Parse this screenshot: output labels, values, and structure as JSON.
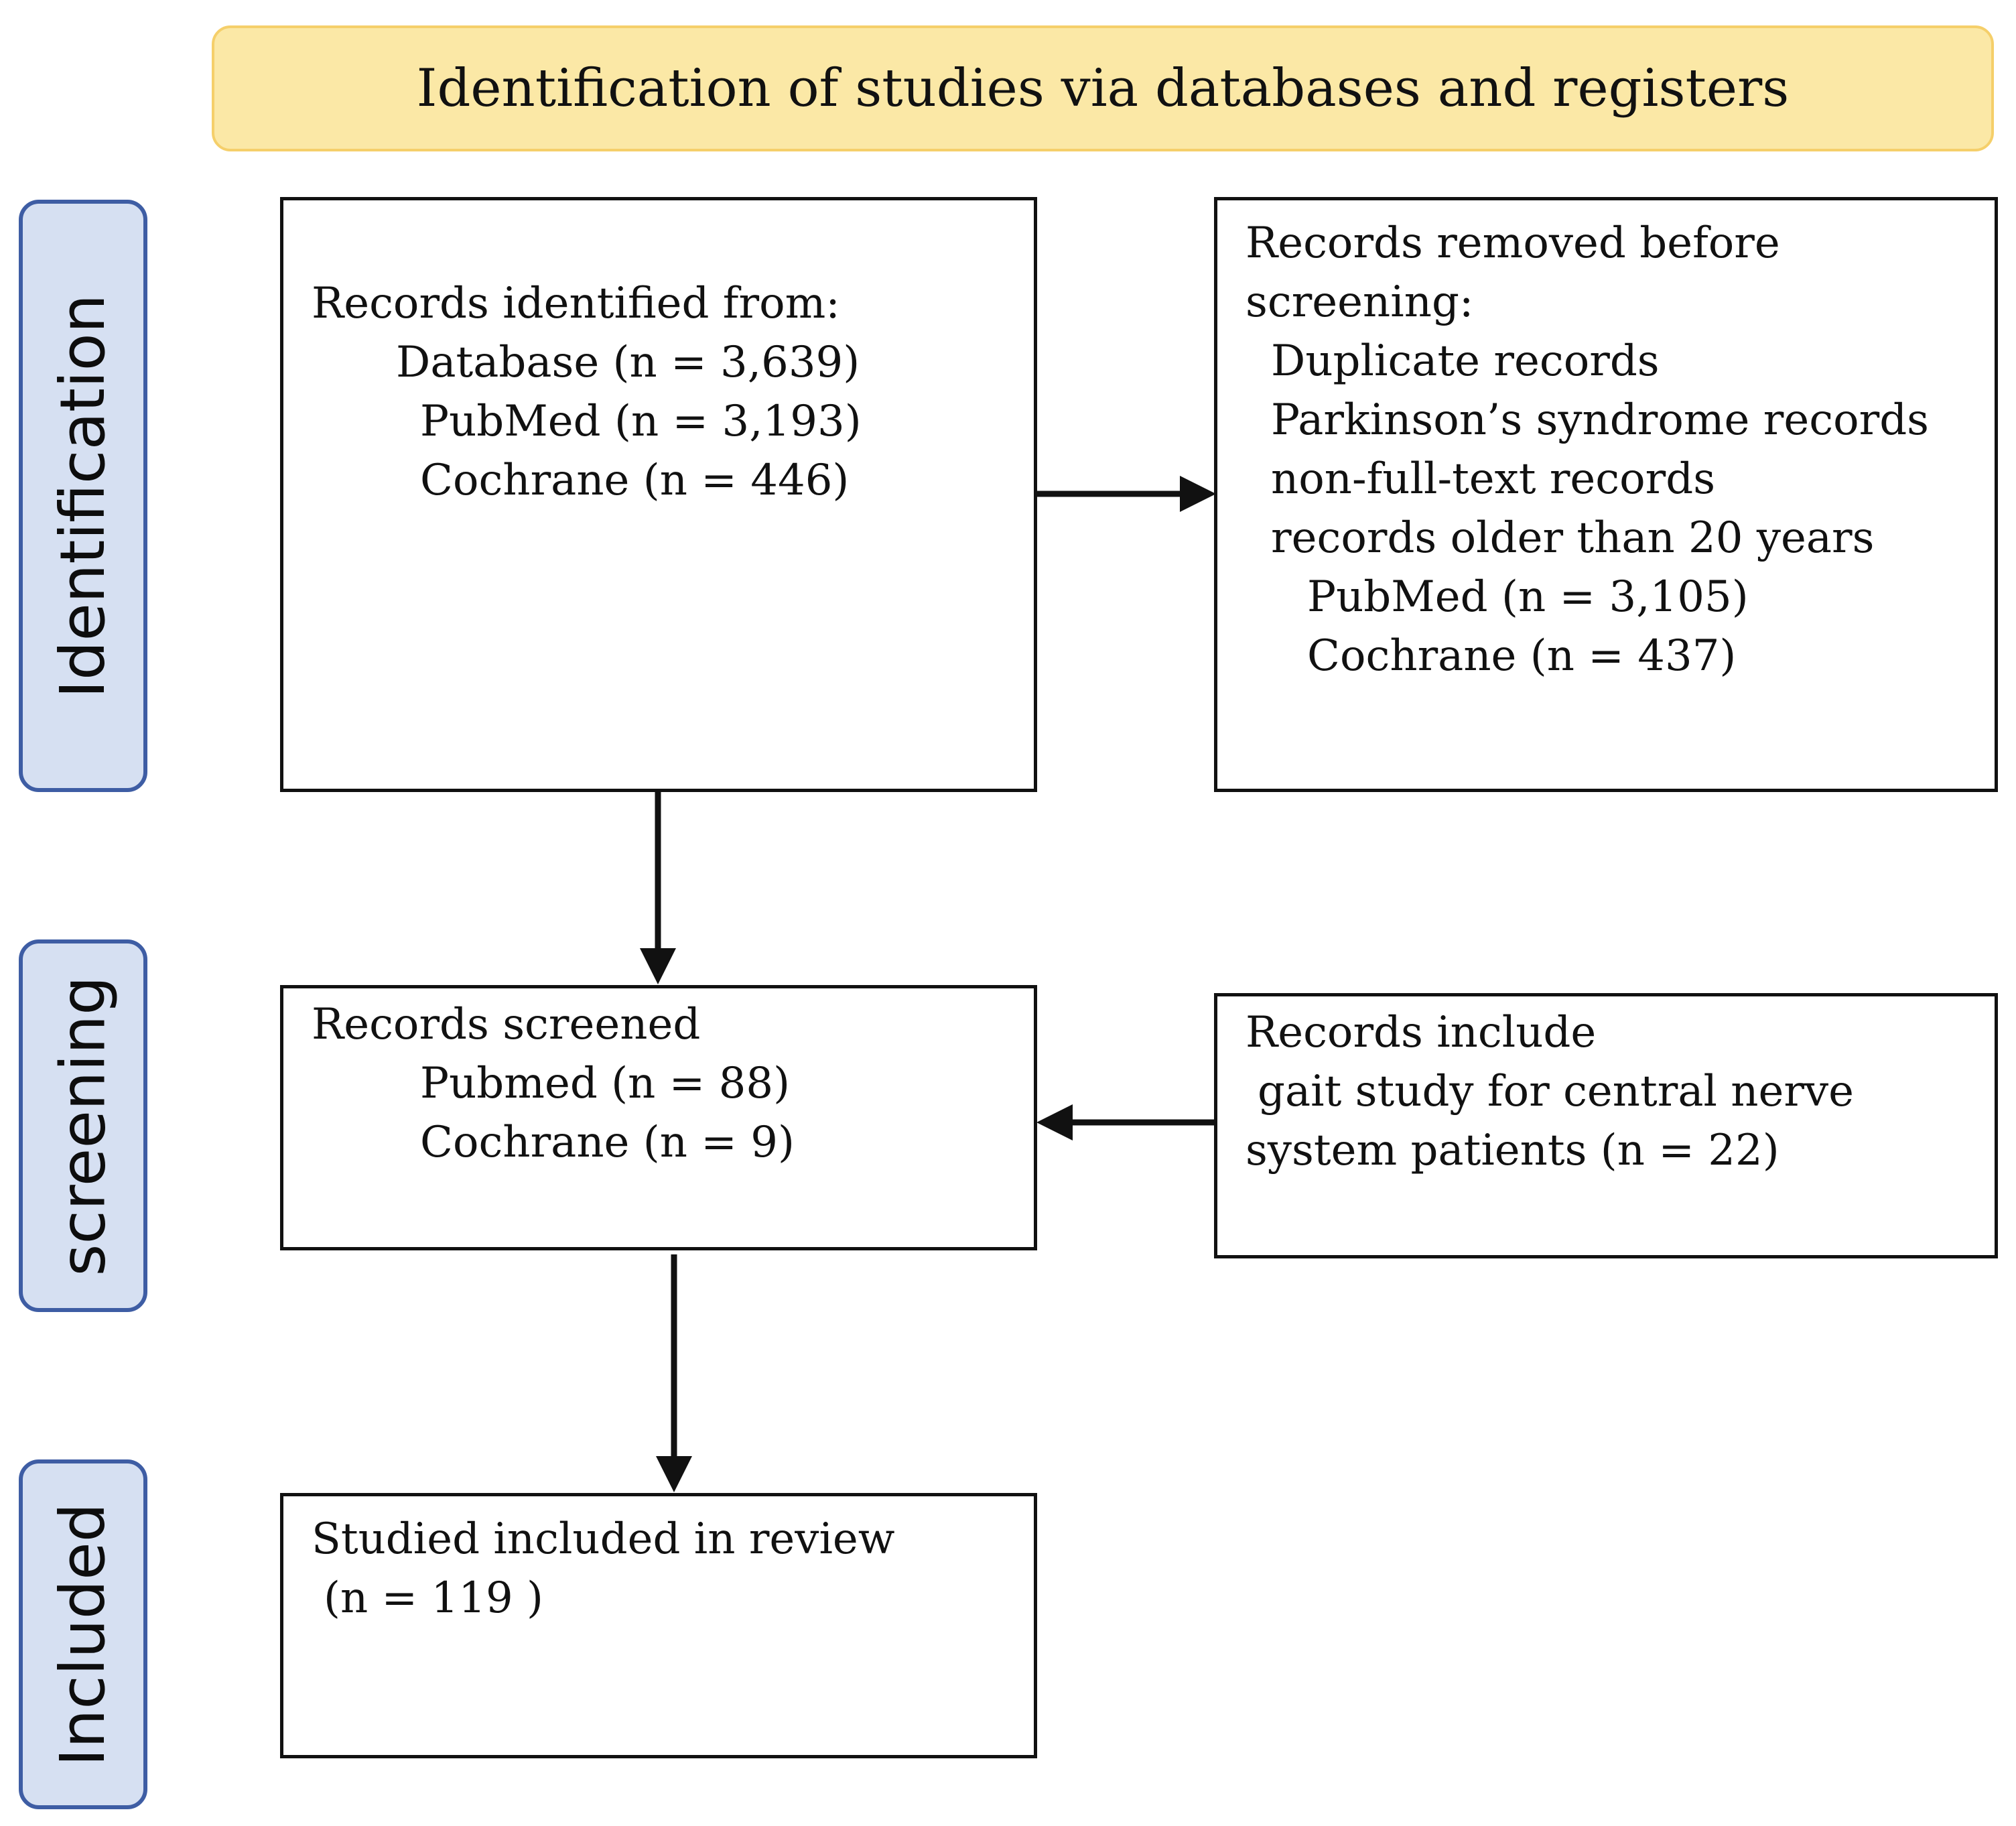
{
  "header": {
    "title": "Identification of studies via databases and registers"
  },
  "stages": {
    "identification": "Identification",
    "screening": "screening",
    "included": "Included"
  },
  "boxes": {
    "identified": {
      "lines": [
        "Records identified from:",
        "Database (n = 3,639)",
        "PubMed (n = 3,193)",
        "Cochrane (n = 446)"
      ]
    },
    "removed": {
      "lines": [
        "Records removed before",
        "screening:",
        "Duplicate records",
        "Parkinson’s syndrome records",
        "non-full-text records",
        "records older than 20 years",
        "PubMed (n = 3,105)",
        "Cochrane (n = 437)"
      ]
    },
    "screened": {
      "lines": [
        "Records screened",
        "Pubmed (n = 88)",
        "Cochrane (n = 9)"
      ]
    },
    "excluded": {
      "lines": [
        "Records include",
        "gait study for central nerve",
        "system patients (n = 22)"
      ]
    },
    "included": {
      "lines": [
        "Studied included in review",
        "(n = 119 )"
      ]
    }
  },
  "colors": {
    "header_fill": "#fbe8a6",
    "header_border": "#f5cf6a",
    "stage_fill": "#d6e0f2",
    "stage_border": "#3e5da4",
    "line": "#111111"
  }
}
